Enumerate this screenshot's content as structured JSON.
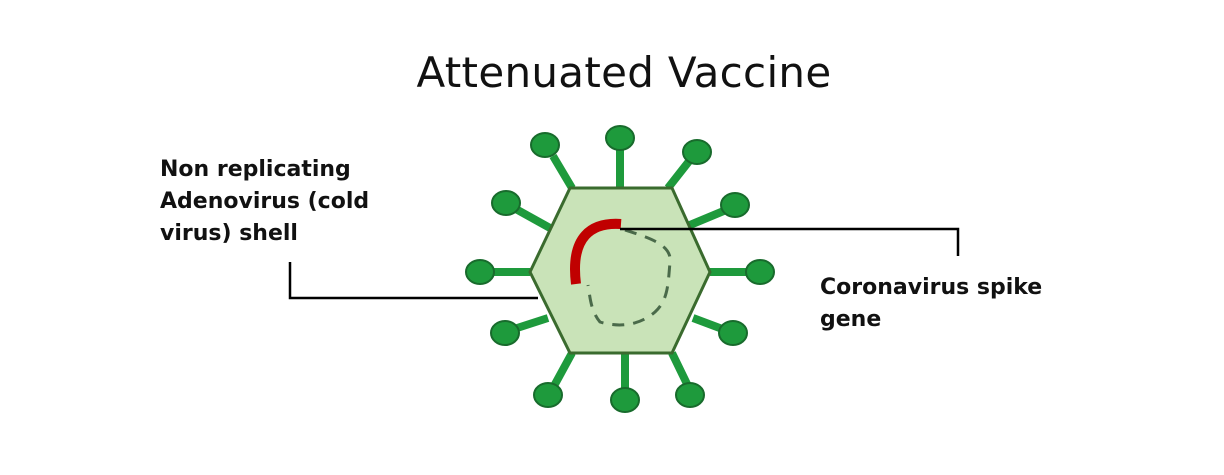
{
  "title": "Attenuated Vaccine",
  "labels": {
    "shell": "Non replicating Adenovirus (cold virus) shell",
    "gene": "Coronavirus spike gene"
  },
  "colors": {
    "capsid_fill": "#c9e3b8",
    "capsid_stroke": "#3a6b2e",
    "spike": "#1e9a3c",
    "gene": "#c00000",
    "dashed_genome": "#4a6a4a",
    "callout": "#000000"
  }
}
